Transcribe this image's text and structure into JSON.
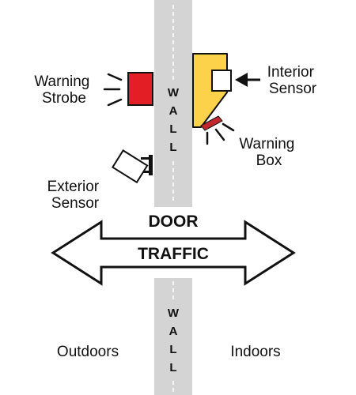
{
  "labels": {
    "warning_strobe": [
      "Warning",
      "Strobe"
    ],
    "interior_sensor": [
      "Interior",
      "Sensor"
    ],
    "warning_box": [
      "Warning",
      "Box"
    ],
    "exterior_sensor": [
      "Exterior",
      "Sensor"
    ],
    "door": "DOOR",
    "traffic": "TRAFFIC",
    "outdoors": "Outdoors",
    "indoors": "Indoors",
    "wall_upper": [
      "W",
      "A",
      "L",
      "L"
    ],
    "wall_lower": [
      "W",
      "A",
      "L",
      "L"
    ]
  },
  "colors": {
    "wall": "#d4d4d4",
    "strobe": "#e31e24",
    "warning_box": "#fbd249",
    "warning_box_light": "#c1272d",
    "outline": "#111111"
  }
}
